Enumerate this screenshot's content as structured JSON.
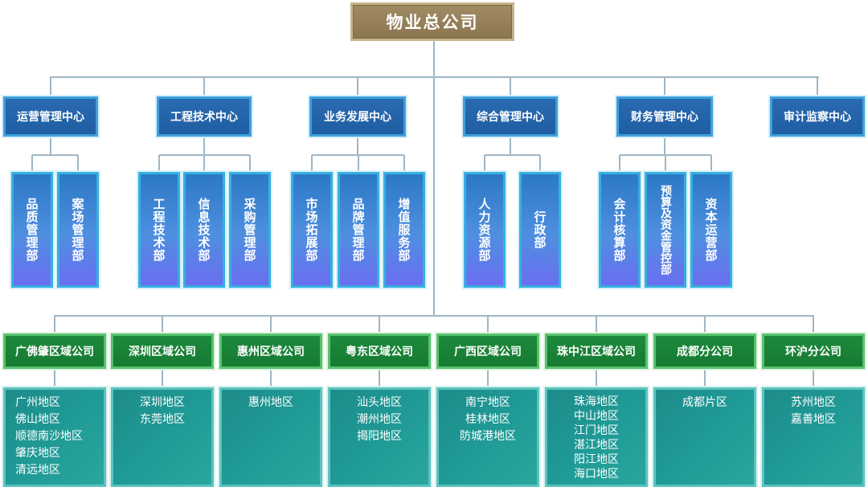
{
  "root": {
    "title": "物业总公司"
  },
  "centers": [
    {
      "label": "运营管理中心",
      "depts": [
        "品质管理部",
        "案场管理部"
      ]
    },
    {
      "label": "工程技术中心",
      "depts": [
        "工程技术部",
        "信息技术部",
        "采购管理部"
      ]
    },
    {
      "label": "业务发展中心",
      "depts": [
        "市场拓展部",
        "品牌管理部",
        "增值服务部"
      ]
    },
    {
      "label": "综合管理中心",
      "depts": [
        "人力资源部",
        "行政部"
      ]
    },
    {
      "label": "财务管理中心",
      "depts": [
        "会计核算部",
        "预算及资金管控部",
        "资本运营部"
      ]
    },
    {
      "label": "审计监察中心",
      "depts": []
    }
  ],
  "companies": [
    {
      "label": "广佛肇区域公司",
      "regions": [
        "广州地区",
        "佛山地区",
        "顺德南沙地区",
        "肇庆地区",
        "清远地区"
      ]
    },
    {
      "label": "深圳区域公司",
      "regions": [
        "深圳地区",
        "东莞地区"
      ]
    },
    {
      "label": "惠州区域公司",
      "regions": [
        "惠州地区"
      ]
    },
    {
      "label": "粤东区域公司",
      "regions": [
        "汕头地区",
        "潮州地区",
        "揭阳地区"
      ]
    },
    {
      "label": "广西区域公司",
      "regions": [
        "南宁地区",
        "桂林地区",
        "防城港地区"
      ]
    },
    {
      "label": "珠中江区域公司",
      "regions": [
        "珠海地区",
        "中山地区",
        "江门地区",
        "湛江地区",
        "阳江地区",
        "海口地区"
      ]
    },
    {
      "label": "成都分公司",
      "regions": [
        "成都片区"
      ]
    },
    {
      "label": "环沪分公司",
      "regions": [
        "苏州地区",
        "嘉善地区"
      ]
    }
  ],
  "colors": {
    "root": "#8c7651",
    "center": "#1f5ea3",
    "department": "#4f8fe0",
    "company": "#177a33",
    "region": "#1f9a96",
    "connector": "#9fb6c4"
  }
}
